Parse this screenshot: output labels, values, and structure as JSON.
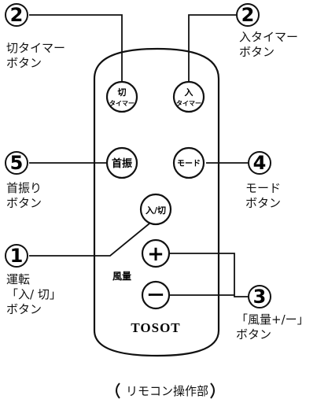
{
  "callouts": {
    "off_timer": {
      "num": "2",
      "label": "切タイマー\nボタン"
    },
    "on_timer": {
      "num": "2",
      "label": "入タイマー\nボタン"
    },
    "swing": {
      "num": "5",
      "label": "首振り\nボタン"
    },
    "mode": {
      "num": "4",
      "label": "モード\nボタン"
    },
    "power": {
      "num": "1",
      "label": "運転\n「入/ 切」\nボタン"
    },
    "fan": {
      "num": "3",
      "label": "「風量+/ー」\nボタン"
    }
  },
  "remote": {
    "off_timer_button": {
      "line1": "切",
      "line2": "タイマー"
    },
    "on_timer_button": {
      "line1": "入",
      "line2": "タイマー"
    },
    "swing_button": "首振",
    "mode_button": "モード",
    "power_button": "入/切",
    "fan_label": "風量",
    "plus_button": "+",
    "minus_button": "ー",
    "brand": "TOSOT"
  },
  "caption": "リモコン操作部"
}
